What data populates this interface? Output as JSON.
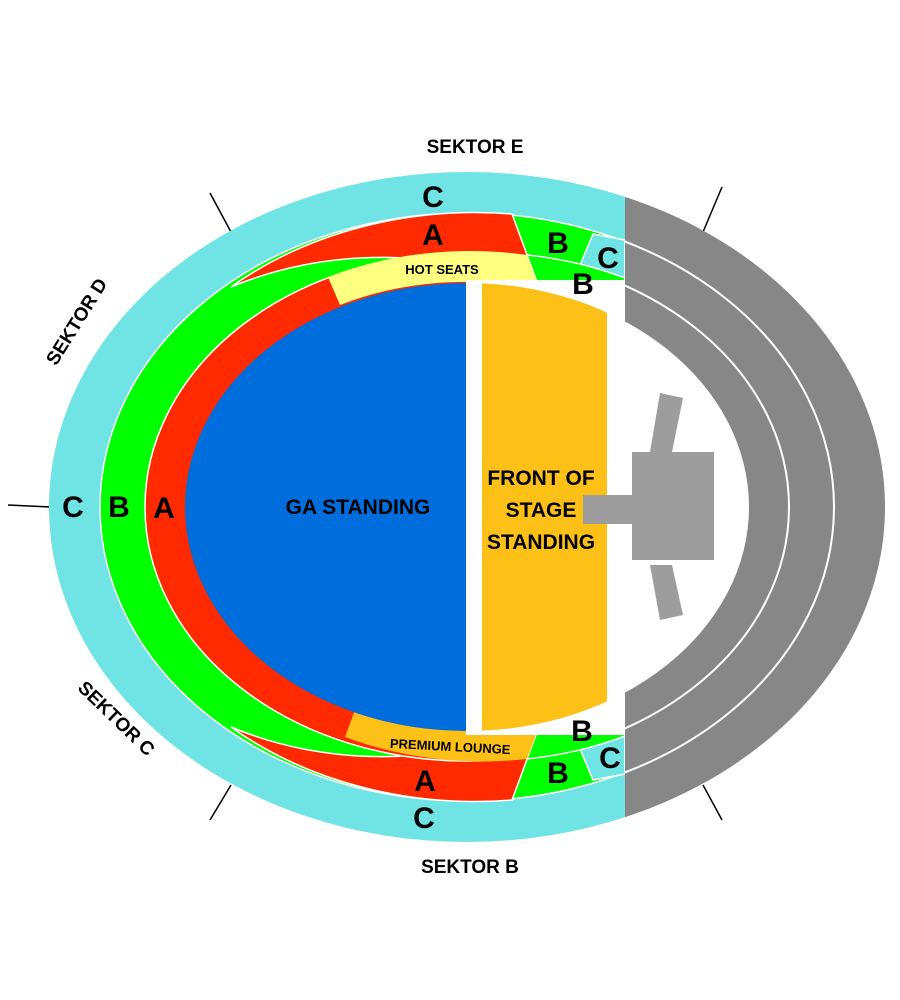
{
  "venue_map": {
    "colors": {
      "tier_c": "#70e4e4",
      "tier_b": "#00ff00",
      "tier_a": "#ff2a00",
      "ga_standing": "#006ddd",
      "front_of_stage": "#fcc016",
      "hot_seats": "#ffff80",
      "premium_lounge": "#fcc016",
      "unavailable": "#878787",
      "stage": "#9d9d9d"
    },
    "sectors": {
      "e": "SEKTOR E",
      "d": "SEKTOR D",
      "c": "SEKTOR C",
      "b": "SEKTOR B"
    },
    "zones": {
      "ga_standing": "GA STANDING",
      "front_of_stage": [
        "FRONT OF",
        "STAGE",
        "STANDING"
      ],
      "hot_seats": "HOT SEATS",
      "premium_lounge": "PREMIUM LOUNGE"
    },
    "tiers": {
      "top_c": "C",
      "top_a": "A",
      "top_b_outer": "B",
      "top_c_small": "C",
      "top_b_inner": "B",
      "left_c": "C",
      "left_b": "B",
      "left_a": "A",
      "bottom_b_inner": "B",
      "bottom_c_small": "C",
      "bottom_b_outer": "B",
      "bottom_a": "A",
      "bottom_c": "C"
    }
  }
}
